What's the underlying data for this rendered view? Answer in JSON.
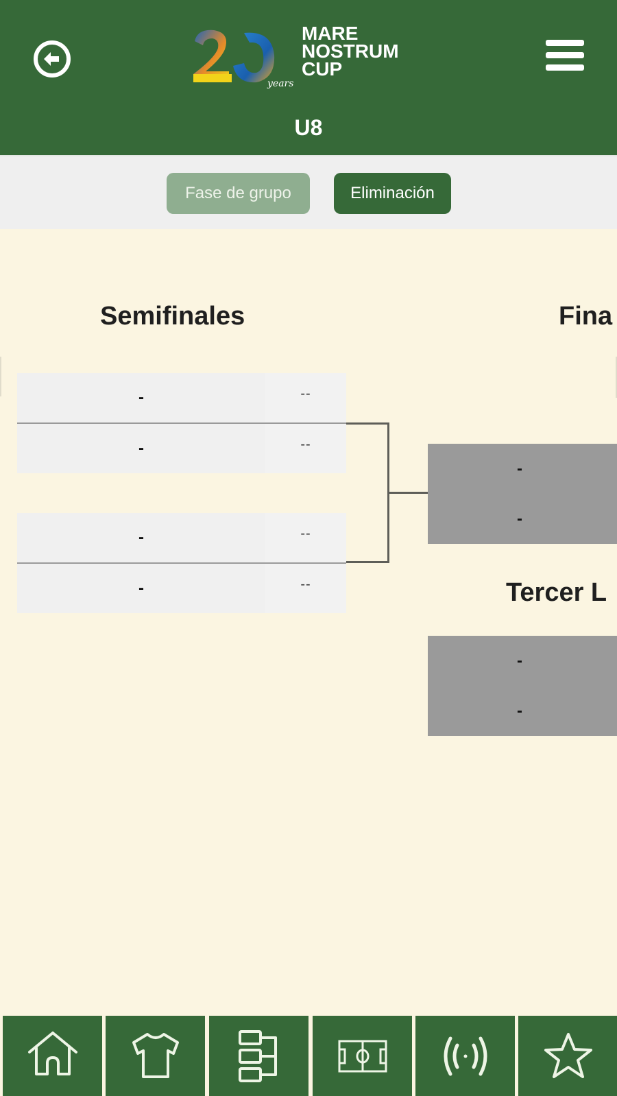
{
  "header": {
    "back_icon": "circle-arrow-left-icon",
    "menu_icon": "hamburger-menu-icon",
    "logo": {
      "badge": "20",
      "badge_sub": "years",
      "lines": [
        "MARE",
        "NOSTRUM",
        "CUP"
      ]
    },
    "category": "U8"
  },
  "tabs": [
    {
      "label": "Fase de grupo",
      "active": false
    },
    {
      "label": "Eliminación",
      "active": true
    }
  ],
  "bracket": {
    "rounds": {
      "semifinals_title": "Semifinales",
      "final_title": "Fina",
      "third_place_title": "Tercer L"
    },
    "semifinals": [
      {
        "teams": [
          {
            "name": "-",
            "score": "--"
          },
          {
            "name": "-",
            "score": "--"
          }
        ]
      },
      {
        "teams": [
          {
            "name": "-",
            "score": "--"
          },
          {
            "name": "-",
            "score": "--"
          }
        ]
      }
    ],
    "final": {
      "teams": [
        {
          "name": "-"
        },
        {
          "name": "-"
        }
      ]
    },
    "third_place": {
      "teams": [
        {
          "name": "-"
        },
        {
          "name": "-"
        }
      ]
    }
  },
  "colors": {
    "brand_green": "#366938",
    "tab_inactive": "#8fae90",
    "page_bg": "#fbf5e1",
    "match_bg": "#f0f0f0",
    "pending_box": "#9a9a9a"
  },
  "bottom_nav": [
    {
      "icon": "home-icon"
    },
    {
      "icon": "tshirt-icon"
    },
    {
      "icon": "bracket-icon"
    },
    {
      "icon": "soccer-field-icon"
    },
    {
      "icon": "live-broadcast-icon"
    },
    {
      "icon": "star-icon"
    }
  ]
}
